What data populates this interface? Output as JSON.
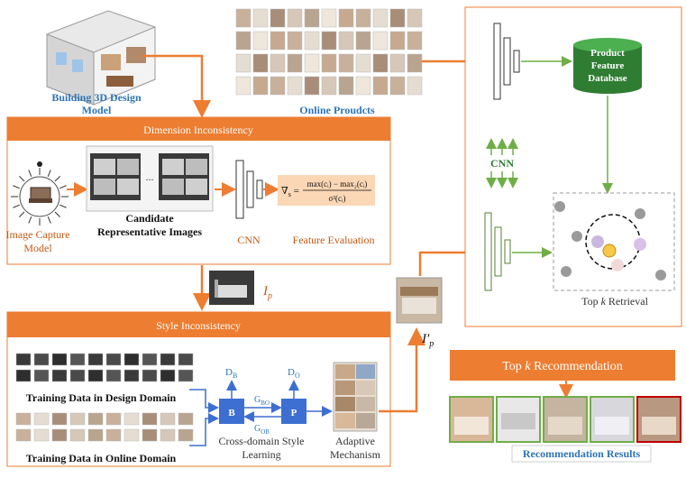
{
  "top": {
    "building_label_line1": "Building 3D Design",
    "building_label_line2": "Model",
    "online_products_label": "Online Proudcts"
  },
  "dimension": {
    "header": "Dimension Inconsistency",
    "capture_label_line1": "Image Capture",
    "capture_label_line2": "Model",
    "candidate_label_line1": "Candidate",
    "candidate_label_line2": "Representative Images",
    "ellipsis": "...",
    "cnn_label": "CNN",
    "formula_lhs": "∇",
    "formula_sub": "s",
    "formula_num": "max(c",
    "formula_num_full": "max(cᵢ) − max₂(cᵢ)",
    "formula_den": "σ²(cᵢ)",
    "feature_eval_label": "Feature Evaluation"
  },
  "ip_label": "I",
  "ip_sub": "p",
  "ipp_label": "I′",
  "ipp_sub": "p",
  "style": {
    "header": "Style Inconsistency",
    "training_design": "Training Data in Design Domain",
    "training_online": "Training Data in Online Domain",
    "node_b": "B",
    "node_p": "P",
    "db": "D",
    "db_sub": "B",
    "do": "D",
    "do_sub": "O",
    "gbo": "G",
    "gbo_sub": "BO",
    "gob": "G",
    "gob_sub": "OB",
    "cross_domain_line1": "Cross-domain Style",
    "cross_domain_line2": "Learning",
    "adaptive_line1": "Adaptive",
    "adaptive_line2": "Mechanism"
  },
  "retrieval": {
    "product_db_line1": "Product",
    "product_db_line2": "Feature",
    "product_db_line3": "Database",
    "cnn_label": "CNN",
    "topk_prefix": "Top ",
    "topk_k": "k",
    "topk_suffix": " Retrieval"
  },
  "recommendation": {
    "header_prefix": "Top ",
    "header_k": "k",
    "header_suffix": " Recommendation",
    "results_label": "Recommendation Results"
  },
  "colors": {
    "orange": "#ED7D31",
    "blue_label": "#2E75B6",
    "node_blue": "#3C6FD1",
    "green": "#548235",
    "db_green": "#2E7D32",
    "formula_fill": "#FBD7B5",
    "dark_orange_text": "#C55A11"
  }
}
